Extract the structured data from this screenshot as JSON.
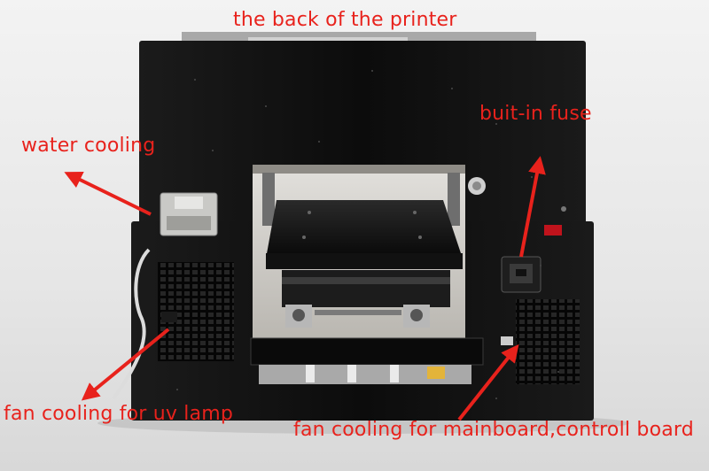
{
  "labels": {
    "title": "the back of the printer",
    "water_cooling": "water cooling",
    "fuse": "buit-in fuse",
    "fan_uv": "fan cooling for uv lamp",
    "fan_mainboard": "fan cooling for mainboard,controll board"
  },
  "colors": {
    "annotation": "#e8221c",
    "printer_body": "#0f0f0f",
    "background": "#e9e9e9"
  }
}
